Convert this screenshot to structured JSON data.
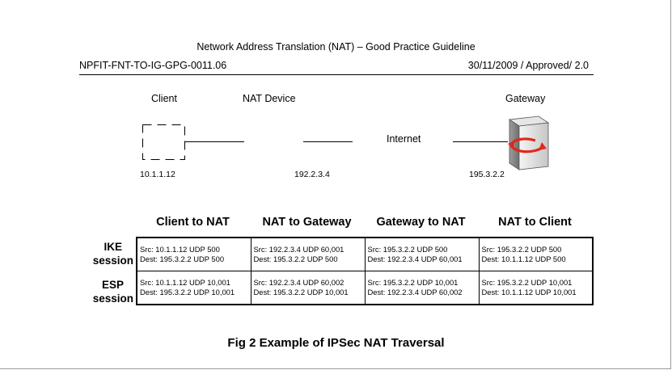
{
  "document": {
    "title": "Network Address Translation (NAT) – Good Practice Guideline",
    "doc_id": "NPFIT-FNT-TO-IG-GPG-0011.06",
    "date_status": "30/11/2009 / Approved/ 2.0"
  },
  "diagram": {
    "client_label": "Client",
    "nat_label": "NAT Device",
    "gateway_label": "Gateway",
    "internet_label": "Internet",
    "client_ip": "10.1.1.12",
    "nat_ip": "192.2.3.4",
    "gateway_ip": "195.3.2.2"
  },
  "table": {
    "columns": [
      "Client to NAT",
      "NAT to Gateway",
      "Gateway to NAT",
      "NAT to Client"
    ],
    "rows": [
      {
        "label_line1": "IKE",
        "label_line2": "session",
        "cells": [
          {
            "src": "Src:   10.1.1.12 UDP 500",
            "dest": "Dest: 195.3.2.2 UDP 500"
          },
          {
            "src": "Src:   192.2.3.4 UDP 60,001",
            "dest": "Dest: 195.3.2.2 UDP 500"
          },
          {
            "src": "Src:   195.3.2.2 UDP 500",
            "dest": "Dest: 192.2.3.4 UDP 60,001"
          },
          {
            "src": "Src:   195.3.2.2 UDP 500",
            "dest": "Dest: 10.1.1.12 UDP 500"
          }
        ]
      },
      {
        "label_line1": "ESP",
        "label_line2": "session",
        "cells": [
          {
            "src": "Src:   10.1.1.12 UDP 10,001",
            "dest": "Dest: 195.3.2.2 UDP 10,001"
          },
          {
            "src": "Src:   192.2.3.4 UDP 60,002",
            "dest": "Dest: 195.3.2.2 UDP 10,001"
          },
          {
            "src": "Src:   195.3.2.2 UDP 10,001",
            "dest": "Dest: 192.2.3.4 UDP 60,002"
          },
          {
            "src": "Src:   195.3.2.2 UDP 10,001",
            "dest": "Dest: 10.1.1.12 UDP 10,001"
          }
        ]
      }
    ]
  },
  "caption": "Fig 2 Example of IPSec NAT Traversal",
  "icons": {
    "client": "client-computer-icon",
    "gateway": "gateway-server-icon"
  },
  "colors": {
    "gateway_arrow": "#e0281c",
    "gateway_body": "#cfcfcf"
  }
}
